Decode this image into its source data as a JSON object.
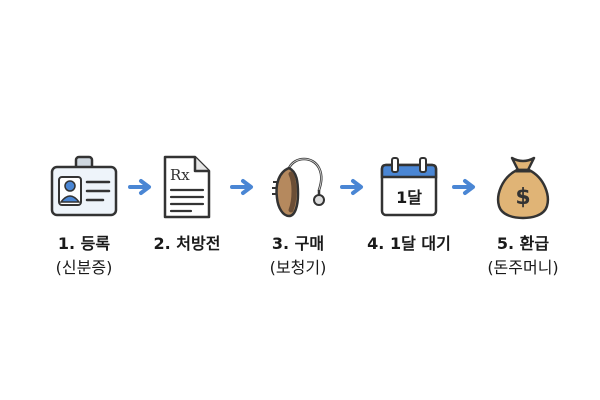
{
  "colors": {
    "arrow": "#4a86d4",
    "outline": "#333333",
    "card_fill": "#eef4fa",
    "person": "#4a86d4",
    "paper": "#ffffff",
    "hearing_aid_body": "#b5895e",
    "hearing_aid_dark": "#6b4e36",
    "calendar_header": "#4a86d4",
    "bag_fill": "#e0b476"
  },
  "steps": [
    {
      "icon": "id-card-icon",
      "title": "1. 등록",
      "subtitle": "(신분증)"
    },
    {
      "icon": "prescription-icon",
      "title": "2. 처방전",
      "subtitle": "",
      "rx_text": "Rx"
    },
    {
      "icon": "hearing-aid-icon",
      "title": "3. 구매",
      "subtitle": "(보청기)"
    },
    {
      "icon": "calendar-icon",
      "title": "4. 1달 대기",
      "subtitle": "",
      "calendar_text": "1달"
    },
    {
      "icon": "money-bag-icon",
      "title": "5. 환급",
      "subtitle": "(돈주머니)",
      "currency_symbol": "$"
    }
  ]
}
